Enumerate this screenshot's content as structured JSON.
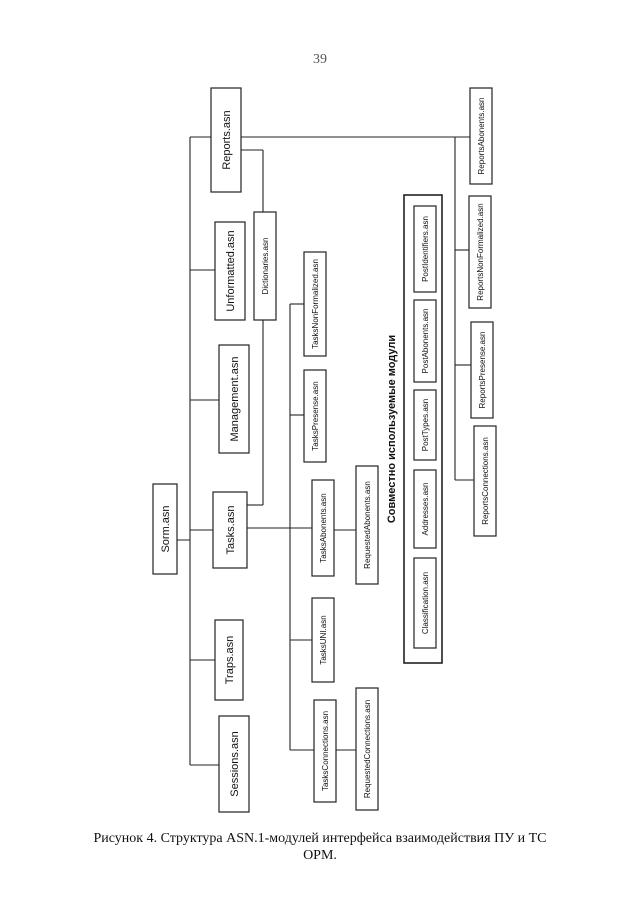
{
  "page_number": "39",
  "diagram": {
    "modules": {
      "sorm": "Sorm.asn",
      "reports": "Reports.asn",
      "unformatted": "Unformatted.asn",
      "dictionaries": "Dictionaries.asn",
      "management": "Management.asn",
      "tasks": "Tasks.asn",
      "traps": "Traps.asn",
      "sessions": "Sessions.asn",
      "tasks_non_formalized": "TasksNonFormalized.asn",
      "tasks_presense": "TasksPresense.asn",
      "tasks_abonents": "TasksAbonents.asn",
      "tasks_uni": "TasksUNI.asn",
      "tasks_connections": "TasksConnections.asn",
      "requested_abonents": "RequestedAbonents.asn",
      "requested_connections": "RequestedConnections.asn",
      "reports_abonents": "ReportsAbonents.asn",
      "reports_non_formalized": "ReportsNonFormalized.asn",
      "reports_presense": "ReportsPresense.asn",
      "reports_connections": "ReportsConnections.asn"
    },
    "shared_group": {
      "title": "Совместно используемые модули",
      "classification": "Classification.asn",
      "addresses": "Addresses.asn",
      "post_types": "PostTypes.asn",
      "post_abonents": "PostAbonents.asn",
      "post_identifiers": "PostIdentifiers.asn"
    }
  },
  "caption": {
    "line1": "Рисунок 4. Структура ASN.1-модулей интерфейса взаимодействия ПУ и ТС",
    "line2": "ОРМ."
  }
}
